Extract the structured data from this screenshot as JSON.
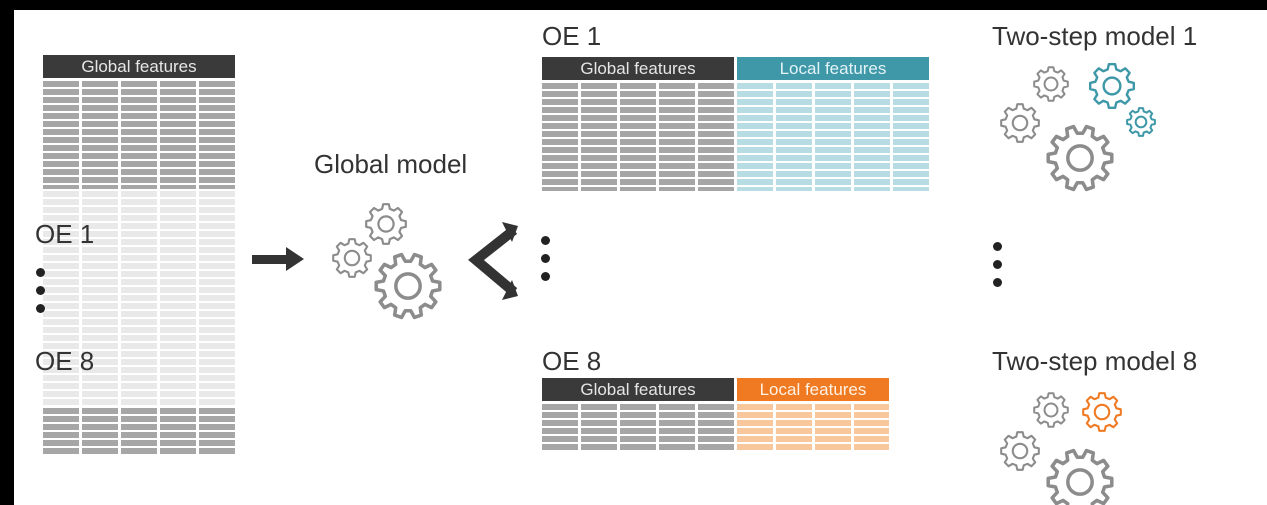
{
  "left_table": {
    "header": "Global features",
    "label_top": "OE 1",
    "label_bottom": "OE 8"
  },
  "global_model": {
    "label": "Global model"
  },
  "oe1_table": {
    "title": "OE 1",
    "global_header": "Global features",
    "local_header": "Local features"
  },
  "oe8_table": {
    "title": "OE 8",
    "global_header": "Global features",
    "local_header": "Local features"
  },
  "model_1": {
    "label": "Two-step model 1"
  },
  "model_8": {
    "label": "Two-step model 8"
  },
  "icons": {
    "global_gears": "gears-icon",
    "model_1_gears": "gears-icon",
    "model_8_gears": "gears-icon"
  },
  "colors": {
    "global_dark": "#3a3a3a",
    "local_teal": "#3e98a8",
    "local_orange": "#ef7a22",
    "gear_gray": "#8c8c8c"
  }
}
